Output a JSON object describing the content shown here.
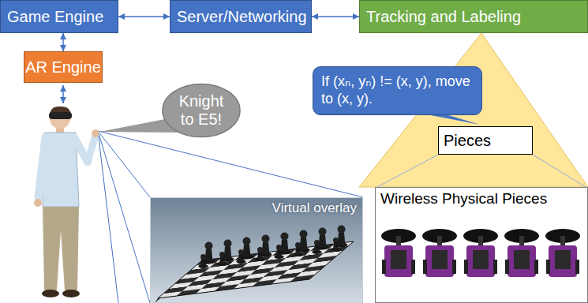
{
  "diagram": {
    "nodes": [
      {
        "text": [
          "Game Engine"
        ]
      },
      {
        "text": [
          "Server/Networking"
        ]
      },
      {
        "text": [
          "Tracking and Labeling"
        ]
      },
      {
        "text": [
          "AR Engine"
        ]
      },
      {
        "text": [
          "Knight to E5!"
        ]
      },
      {
        "text": [
          "Virtual overlay"
        ]
      },
      {
        "text": [
          "If (xₙ, yₙ) != (x, y), move to (x, y)."
        ]
      },
      {
        "text": [
          "Pieces"
        ]
      },
      {
        "text": [
          "Wireless Physical Pieces"
        ]
      }
    ],
    "edges": [
      {
        "from": 0,
        "to": 1,
        "arrow": "both"
      },
      {
        "from": 1,
        "to": 2,
        "arrow": "both"
      },
      {
        "from": 0,
        "to": 3,
        "arrow": "both"
      },
      {
        "from": 7,
        "to": 8,
        "arrow": "none"
      }
    ]
  }
}
